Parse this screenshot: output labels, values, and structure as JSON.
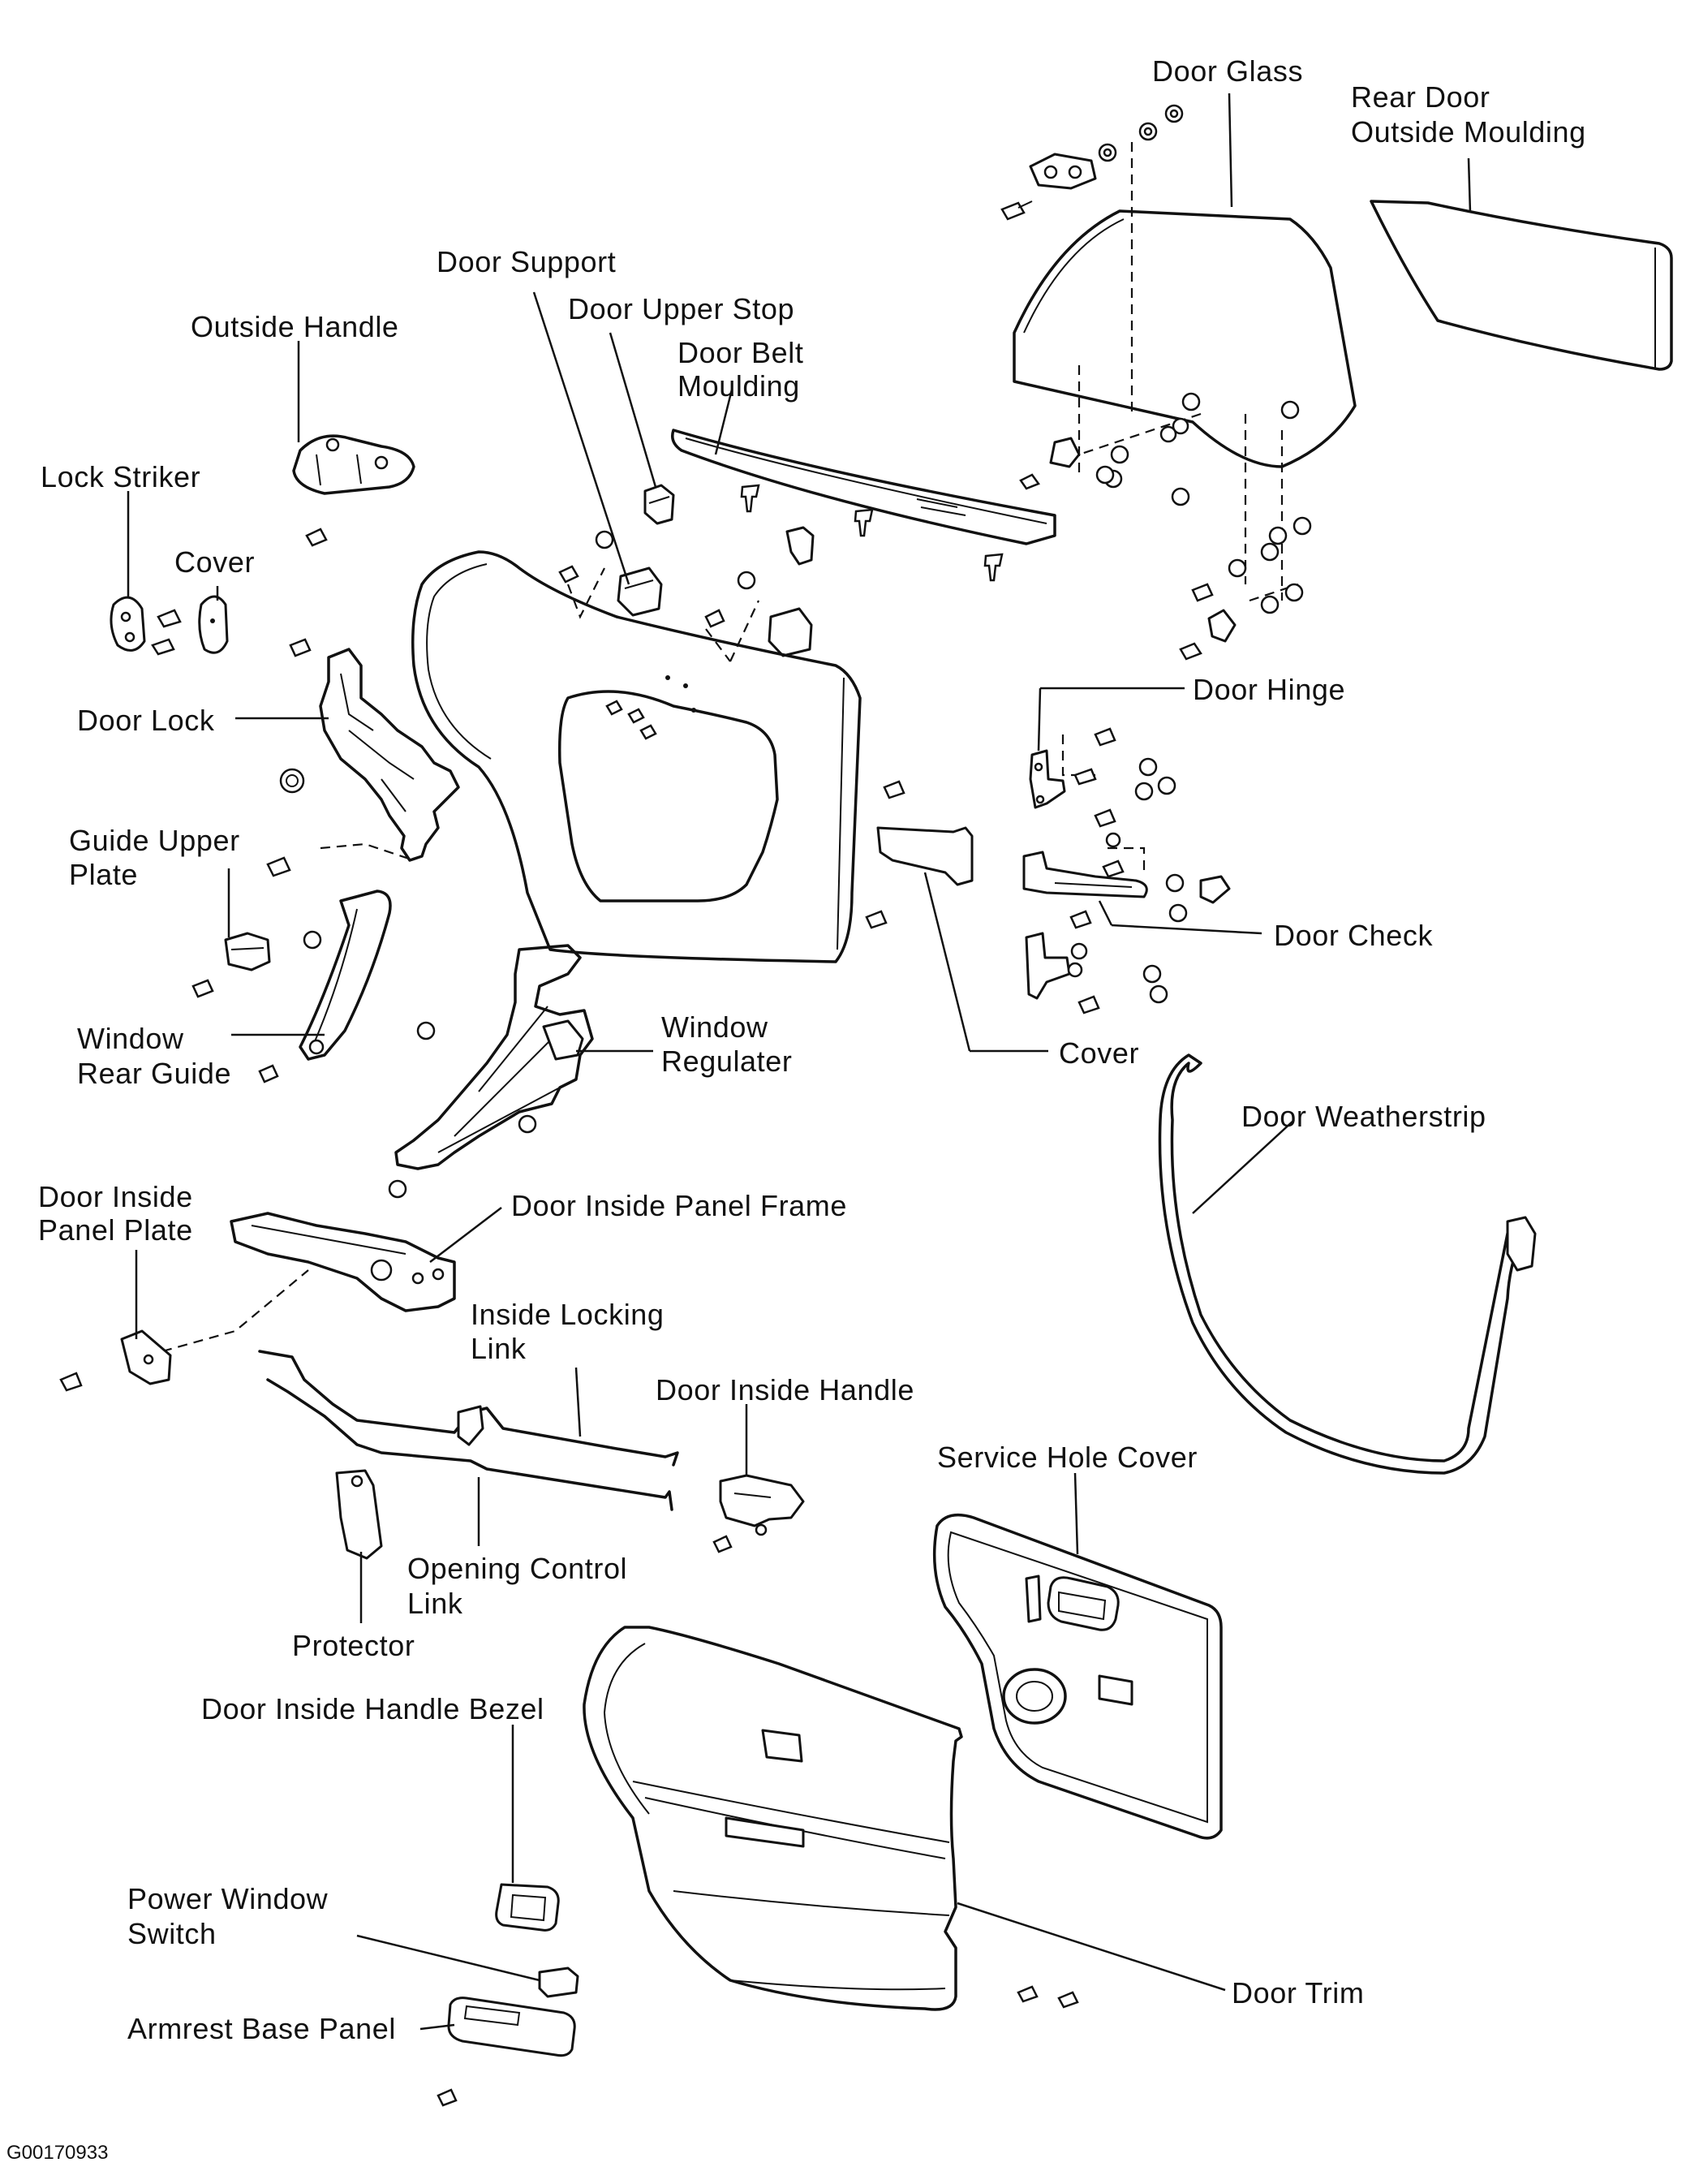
{
  "figure_id": "G00170933",
  "labels": {
    "door_glass": "Door Glass",
    "rear_door_outside_moulding_1": "Rear Door",
    "rear_door_outside_moulding_2": "Outside Moulding",
    "door_support": "Door Support",
    "door_upper_stop": "Door Upper Stop",
    "door_belt_moulding_1": "Door Belt",
    "door_belt_moulding_2": "Moulding",
    "outside_handle": "Outside Handle",
    "lock_striker": "Lock Striker",
    "cover_left": "Cover",
    "door_lock": "Door Lock",
    "door_hinge": "Door Hinge",
    "guide_upper_plate_1": "Guide Upper",
    "guide_upper_plate_2": "Plate",
    "door_check": "Door Check",
    "window_regulater_1": "Window",
    "window_regulater_2": "Regulater",
    "window_rear_guide_1": "Window",
    "window_rear_guide_2": "Rear Guide",
    "cover_right": "Cover",
    "door_weatherstrip": "Door Weatherstrip",
    "door_inside_panel_plate_1": "Door Inside",
    "door_inside_panel_plate_2": "Panel Plate",
    "door_inside_panel_frame": "Door Inside Panel Frame",
    "inside_locking_link_1": "Inside Locking",
    "inside_locking_link_2": "Link",
    "door_inside_handle": "Door Inside Handle",
    "service_hole_cover": "Service Hole Cover",
    "opening_control_link_1": "Opening Control",
    "opening_control_link_2": "Link",
    "protector": "Protector",
    "door_inside_handle_bezel": "Door Inside Handle Bezel",
    "power_window_switch_1": "Power Window",
    "power_window_switch_2": "Switch",
    "armrest_base_panel": "Armrest Base Panel",
    "door_trim": "Door Trim"
  }
}
